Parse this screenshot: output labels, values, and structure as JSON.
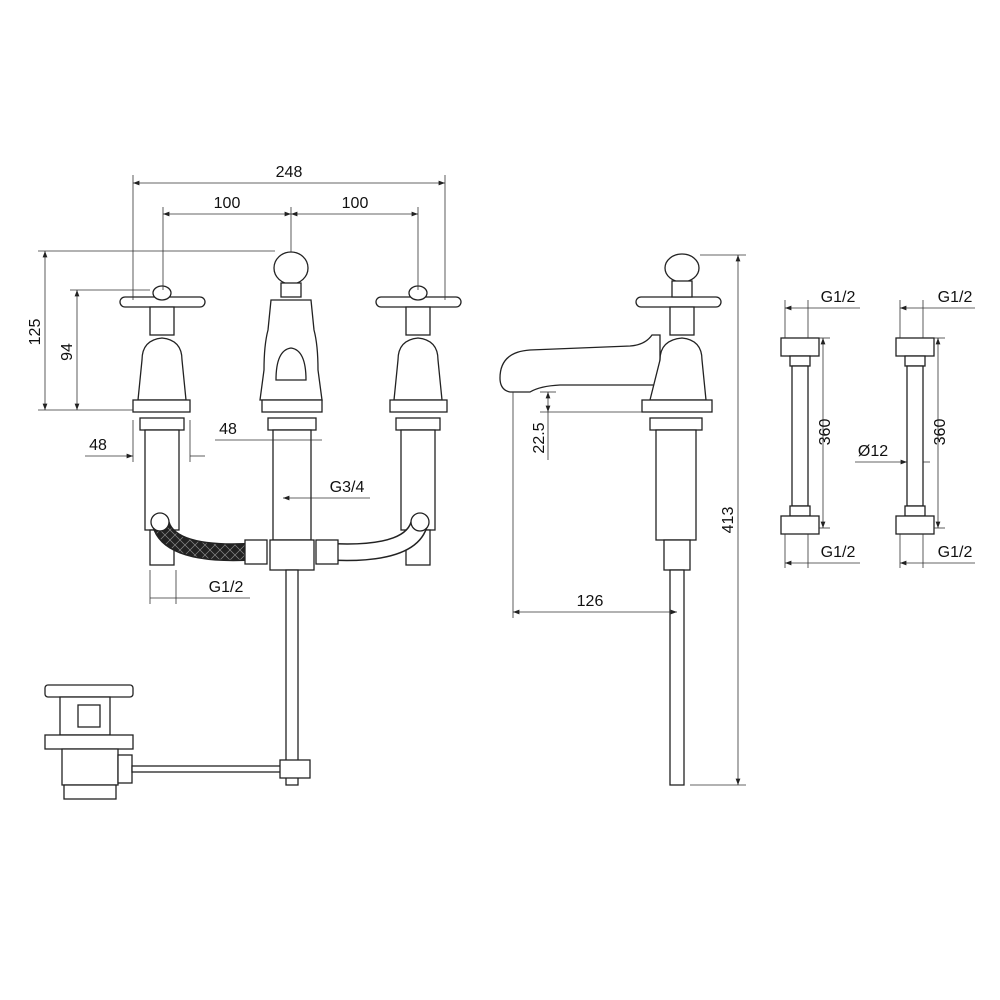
{
  "drawing": {
    "front_view": {
      "overall_width": "248",
      "centre_left": "100",
      "centre_right": "100",
      "total_height": "125",
      "valve_height": "94",
      "valve_base_dia": "48",
      "spout_base_dia": "48",
      "spout_thread": "G3/4",
      "valve_thread": "G1/2"
    },
    "side_view": {
      "base_height": "22.5",
      "spout_reach": "126",
      "overall_height": "413"
    },
    "hoses": [
      {
        "top_thread": "G1/2",
        "length": "360",
        "bottom_thread": "G1/2"
      },
      {
        "top_thread": "G1/2",
        "length": "360",
        "diameter": "Ø12",
        "bottom_thread": "G1/2"
      }
    ]
  },
  "colors": {
    "line": "#222222",
    "background": "#ffffff"
  }
}
